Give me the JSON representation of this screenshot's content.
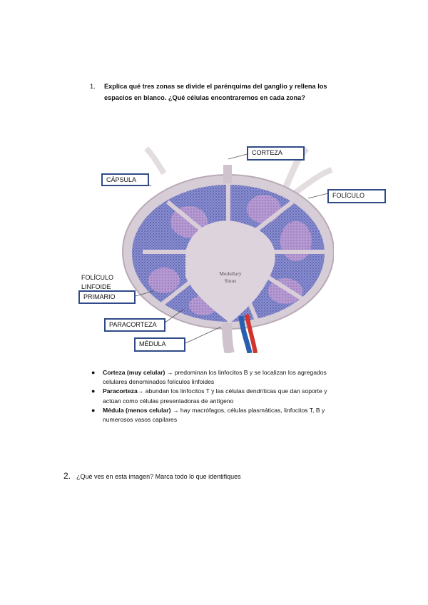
{
  "question1": {
    "number": "1.",
    "line1": "Explica  qué tres zonas se divide el parénquima del ganglio y rellena los",
    "line2": "espacios en blanco. ¿Qué células encontraremos en cada zona?"
  },
  "figure": {
    "labels": {
      "corteza": "CORTEZA",
      "capsula": "CÁPSULA",
      "foliculo": "FOLÍCULO",
      "foliculo_primario_1": "FOLÍCULO",
      "foliculo_primario_2": "LINFOIDE",
      "foliculo_primario_3": "PRIMARIO",
      "paracorteza": "PARACORTEZA",
      "medula": "MÉDULA",
      "medullary_sinus_1": "Medullary",
      "medullary_sinus_2": "Sinus"
    },
    "colors": {
      "box_border": "#2f4a86",
      "artery": "#d0342c",
      "vein": "#2a5fb0",
      "paracortex": "#7b82c9",
      "follicle": "#b193cf",
      "capsule": "#d7cdd6"
    }
  },
  "bullets": [
    {
      "term": "Corteza (muy celular)",
      "sep": " → ",
      "text1": " predominan los linfocitos B y se localizan los agregados",
      "text2": "celulares denominados folículos linfoides"
    },
    {
      "term": "Paracorteza",
      "sep": "→ ",
      "text1": "abundan los linfocitos T y las células dendríticas que dan soporte y",
      "text2": "actúan como células presentadoras de antígeno"
    },
    {
      "term": "Médula (menos celular)",
      "sep": " → ",
      "text1": " hay macrófagos, células plasmáticas, linfocitos T, B y",
      "text2": "numerosos vasos capilares"
    }
  ],
  "question2": {
    "number": "2.",
    "text": "¿Qué ves en esta imagen? Marca todo lo que identifiques"
  }
}
